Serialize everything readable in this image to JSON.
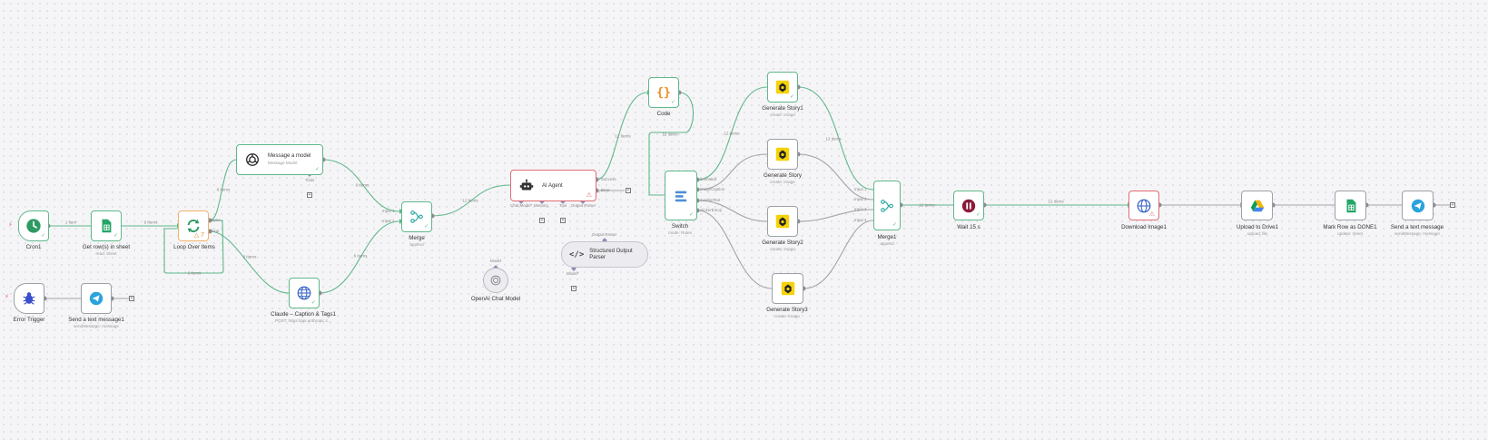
{
  "nodes": {
    "cron": {
      "title": "Cron1"
    },
    "get_rows": {
      "title": "Get row(s) in sheet",
      "subtitle": "read: sheet"
    },
    "loop": {
      "title": "Loop Over Items",
      "badge": "△ 7"
    },
    "message_model": {
      "title": "Message a model",
      "subtitle": "Message Model",
      "port": "Tools"
    },
    "claude": {
      "title": "Claude – Caption & Tags1",
      "subtitle": "POST: https://api.anthropic.c..."
    },
    "merge": {
      "title": "Merge",
      "subtitle": "append",
      "in1": "Input 1",
      "in2": "Input 2"
    },
    "ai_agent": {
      "title": "AI Agent",
      "ports": [
        "Chat Model*",
        "Memory",
        "Tool",
        "Output Parser"
      ],
      "out_success": "Success",
      "out_error": "Error"
    },
    "openai_model": {
      "title": "OpenAI Chat Model",
      "port": "Model"
    },
    "output_parser": {
      "title": "Structured Output Parser",
      "port_top": "Output Parser",
      "port_bottom": "Model*"
    },
    "code": {
      "title": "Code"
    },
    "switch": {
      "title": "Switch",
      "subtitle": "mode: Rules",
      "outputs": [
        "animated",
        "imageCaption",
        "overlayText",
        "stickerEmoji"
      ]
    },
    "story1": {
      "title": "Generate Story1",
      "subtitle": "create: image"
    },
    "story": {
      "title": "Generate Story",
      "subtitle": "create: image"
    },
    "story2": {
      "title": "Generate Story2",
      "subtitle": "create: image"
    },
    "story3": {
      "title": "Generate Story3",
      "subtitle": "create: image"
    },
    "merge2": {
      "title": "Merge1",
      "subtitle": "append",
      "ins": [
        "Input 1",
        "Input 2",
        "Input 3",
        "Input 4"
      ]
    },
    "wait": {
      "title": "Wait 15 s"
    },
    "download": {
      "title": "Download Image1"
    },
    "upload": {
      "title": "Upload to Drive1",
      "subtitle": "upload: file"
    },
    "mark_row": {
      "title": "Mark Row as DONE1",
      "subtitle": "update: sheet"
    },
    "send_msg": {
      "title": "Send a text message",
      "subtitle": "sendMessage: message"
    },
    "error_trigger": {
      "title": "Error Trigger"
    },
    "send_msg1": {
      "title": "Send a text message1",
      "subtitle": "sendMessage: message"
    }
  },
  "edge_labels": {
    "cron_rows": "1 item",
    "rows_loop": "6 items",
    "loop_done": "6 items",
    "loop_msg": "6 items",
    "loop_claude": "6 items",
    "msg_merge": "6 items",
    "claude_merge": "6 items",
    "merge_agent": "12 items",
    "agent_code": "12 items",
    "code_switch": "12 items",
    "switch_story1": "12 items",
    "story1_merge2": "12 items",
    "merge2_wait": "12 items",
    "wait_download": "12 items"
  },
  "colors": {
    "edge": "#5fb88a",
    "edge_inactive": "#a3a3ab",
    "error_border": "#e06c75",
    "warn_border": "#f2b36b",
    "sub_edge": "#8d8bb8"
  }
}
